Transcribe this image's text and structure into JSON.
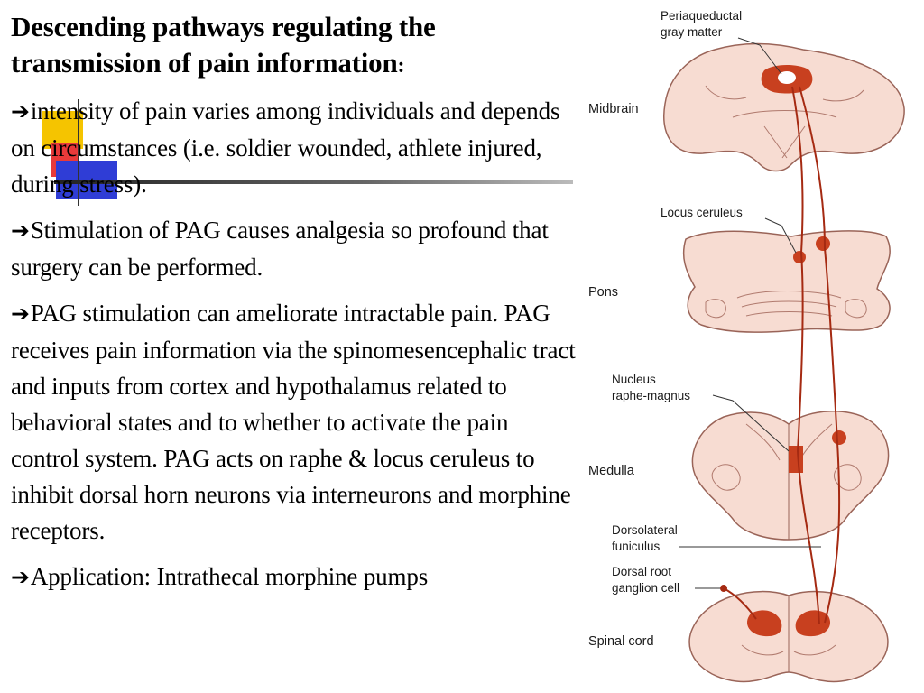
{
  "slide": {
    "title": "Descending pathways regulating the transmission of pain information",
    "title_colon": ":",
    "bullet_symbol": "➔",
    "bullets": [
      "intensity of pain varies among individuals and depends on circumstances (i.e. soldier wounded, athlete injured, during stress).",
      "Stimulation of PAG causes analgesia so profound that surgery can be performed.",
      "PAG stimulation can ameliorate intractable pain. PAG receives pain information via the spinomesencephalic tract and inputs from cortex and hypothalamus related to behavioral states and to whether to activate the pain control system. PAG acts on raphe & locus ceruleus to inhibit dorsal horn neurons via interneurons and morphine receptors.",
      "Application: Intrathecal morphine pumps"
    ]
  },
  "figure": {
    "labels": {
      "pag_line1": "Periaqueductal",
      "pag_line2": "gray matter",
      "locus": "Locus ceruleus",
      "raphe_line1": "Nucleus",
      "raphe_line2": "raphe-magnus",
      "dlf_line1": "Dorsolateral",
      "dlf_line2": "funiculus",
      "drg_line1": "Dorsal root",
      "drg_line2": "ganglion cell"
    },
    "sections": {
      "midbrain": "Midbrain",
      "pons": "Pons",
      "medulla": "Medulla",
      "spinal": "Spinal cord"
    },
    "colors": {
      "tissue": "#f7dcd2",
      "outline": "#9a6458",
      "nucleus": "#c8401f",
      "pathway": "#a52a12"
    }
  }
}
